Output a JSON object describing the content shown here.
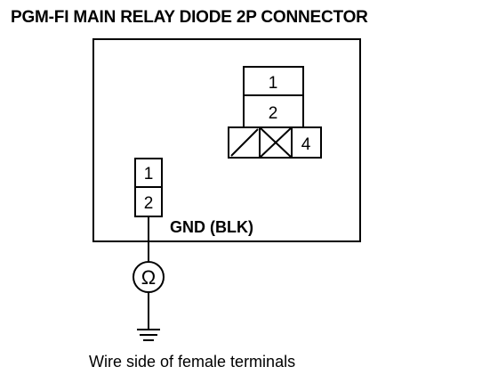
{
  "title": "PGM-FI MAIN RELAY DIODE 2P CONNECTOR",
  "caption": "Wire side of female terminals",
  "gnd_label": "GND (BLK)",
  "connector": {
    "terminals": [
      "1",
      "2",
      "4"
    ]
  },
  "probe_connector": {
    "terminals": [
      "1",
      "2"
    ]
  },
  "meter_symbol": "Ω"
}
